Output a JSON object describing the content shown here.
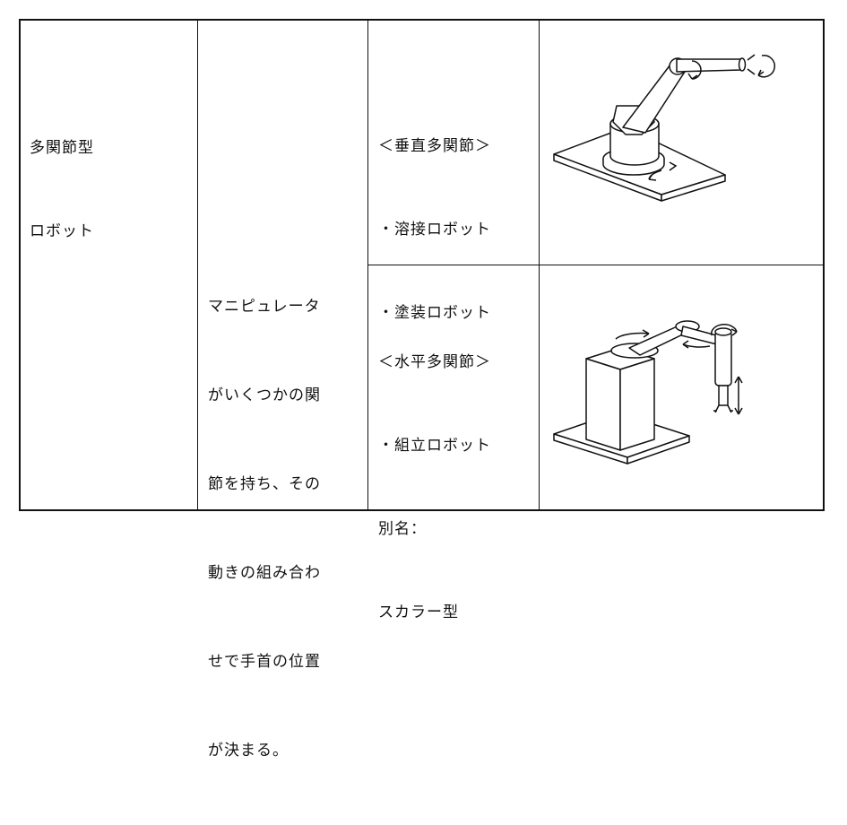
{
  "table": {
    "category": [
      "多関節型",
      "ロボット"
    ],
    "description": [
      "マニピュレータ",
      "がいくつかの関",
      "節を持ち、その",
      "動きの組み合わ",
      "せで手首の位置",
      "が決まる。"
    ],
    "vertical": {
      "heading": "＜垂直多関節＞",
      "items": [
        "・溶接ロボット",
        "・塗装ロボット"
      ]
    },
    "horizontal": {
      "heading": "＜水平多関節＞",
      "items": [
        "・組立ロボット",
        "別名：",
        "スカラー型"
      ]
    }
  }
}
